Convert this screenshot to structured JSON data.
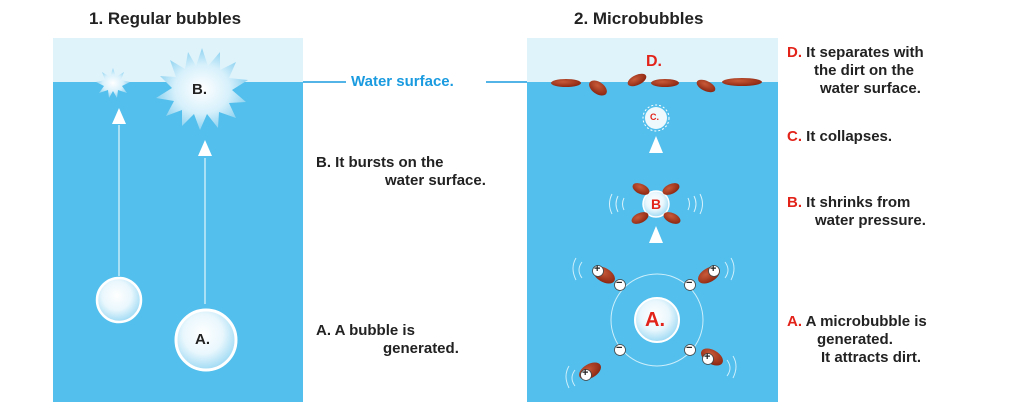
{
  "panel1": {
    "title": "1. Regular bubbles",
    "marker_b": "B.",
    "marker_a": "A."
  },
  "panel2": {
    "title": "2. Microbubbles",
    "marker_d": "D.",
    "marker_c": "C.",
    "marker_b": "B",
    "marker_a": "A."
  },
  "water_surface": "Water surface.",
  "middle": {
    "b_letter": "B.",
    "b_text_1": "It bursts on the",
    "b_text_2": "water surface.",
    "a_letter": "A.",
    "a_text_1": "A bubble is",
    "a_text_2": "generated."
  },
  "right": {
    "d_letter": "D.",
    "d_text_1": "It separates with",
    "d_text_2": "the dirt on the",
    "d_text_3": "water surface.",
    "c_letter": "C.",
    "c_text": "It collapses.",
    "b_letter": "B.",
    "b_text_1": "It shrinks from",
    "b_text_2": "water pressure.",
    "a_letter": "A.",
    "a_text_1": "A microbubble is",
    "a_text_2": "generated.",
    "a_text_3": "It attracts dirt."
  },
  "charge_symbols": {
    "plus": "+",
    "minus": "−"
  },
  "colors": {
    "water": "#52bfec",
    "air": "#dff3fb",
    "dirt": "#a0321a",
    "accent_red": "#e2231a",
    "accent_blue": "#1a9be0"
  }
}
